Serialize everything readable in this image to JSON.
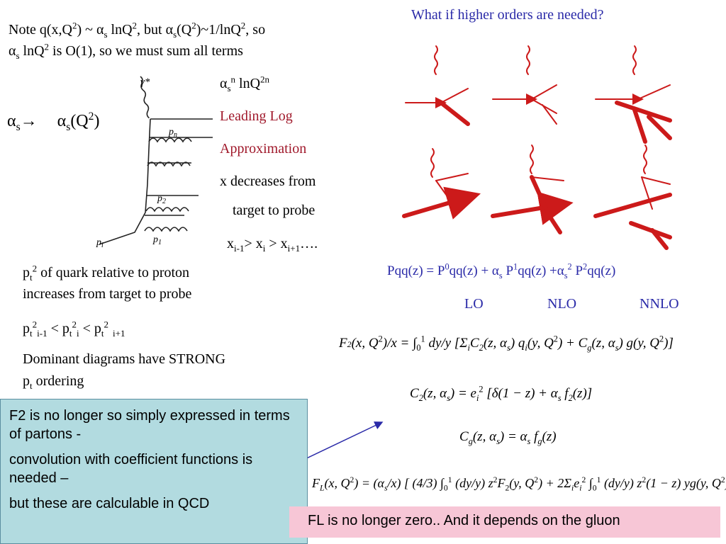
{
  "header": {
    "title": "What if higher orders are needed?"
  },
  "note": {
    "line1_a": "Note q(x,Q",
    "line1_b": ") ~ α",
    "line1_c": " lnQ",
    "line1_d": ",  but α",
    "line1_e": "(Q",
    "line1_f": ")~1/lnQ",
    "line1_g": ", so",
    "line2_a": "α",
    "line2_b": " lnQ",
    "line2_c": " is O(1),  so we must sum all terms",
    "sub_s": "s",
    "sup_2": "2"
  },
  "alpha_arrow": {
    "left": "α",
    "arrow": "→",
    "right_a": "α",
    "right_b": "(Q",
    "right_c": ")"
  },
  "ladder": {
    "gamma": "γ*",
    "pn": "p",
    "pn_sub": "n",
    "p2": "p",
    "p2_sub": "2",
    "p1": "p",
    "p1_sub": "1",
    "pi": "p",
    "pi_sub": "i"
  },
  "leading_log": {
    "series_a": "α",
    "series_sup_n": "n",
    "series_b": " lnQ",
    "series_sup_2n": "2n",
    "line1": "Leading Log",
    "line2": "Approximation",
    "x_dec1": "x decreases from",
    "x_dec2": "target to probe",
    "x_order_a": "x",
    "x_order_sub1": "i-1",
    "x_order_b": "> x",
    "x_order_sub2": "i",
    "x_order_c": " > x",
    "x_order_sub3": "i+1",
    "x_order_d": "…."
  },
  "pt_text": {
    "line1_a": "p",
    "line1_sub": "t",
    "line1_sup": "2",
    "line1_b": " of quark relative to proton",
    "line2": "increases from target to probe",
    "order_a": "p",
    "order_sub_t": "t",
    "order_sup2": "2",
    "order_sub_im1": "i-1",
    "order_lt": " < p",
    "order_sub_i": "i",
    "order_sub_ip1": "i+1",
    "dominant1": "Dominant diagrams have STRONG",
    "dominant2_a": "p",
    "dominant2_sub": "t",
    "dominant2_b": " ordering"
  },
  "splitting": {
    "expr_a": "Pqq(z) = P",
    "sup0": "0",
    "expr_b": "qq(z) + ",
    "alpha": "α",
    "sub_s": "s",
    "expr_c": " P",
    "sup1": "1",
    "expr_d": "qq(z) +",
    "sup2": "2",
    "expr_e": " P",
    "expr_f": "qq(z)",
    "lo": "LO",
    "nlo": "NLO",
    "nnlo": "NNLO"
  },
  "blue_box": {
    "p1": "F2 is no longer so simply expressed in terms of partons -",
    "p2": "convolution with coefficient functions is needed –",
    "p3": "but these are calculable in QCD"
  },
  "pink_box": {
    "text": "FL is no longer zero.. And it depends on the gluon"
  },
  "colors": {
    "red_text": "#a0192b",
    "blue_text": "#2a2aa8",
    "diagram_red": "#cc1a1a",
    "blue_box_bg": "#b2dbe0",
    "pink_box_bg": "#f7c6d6"
  }
}
